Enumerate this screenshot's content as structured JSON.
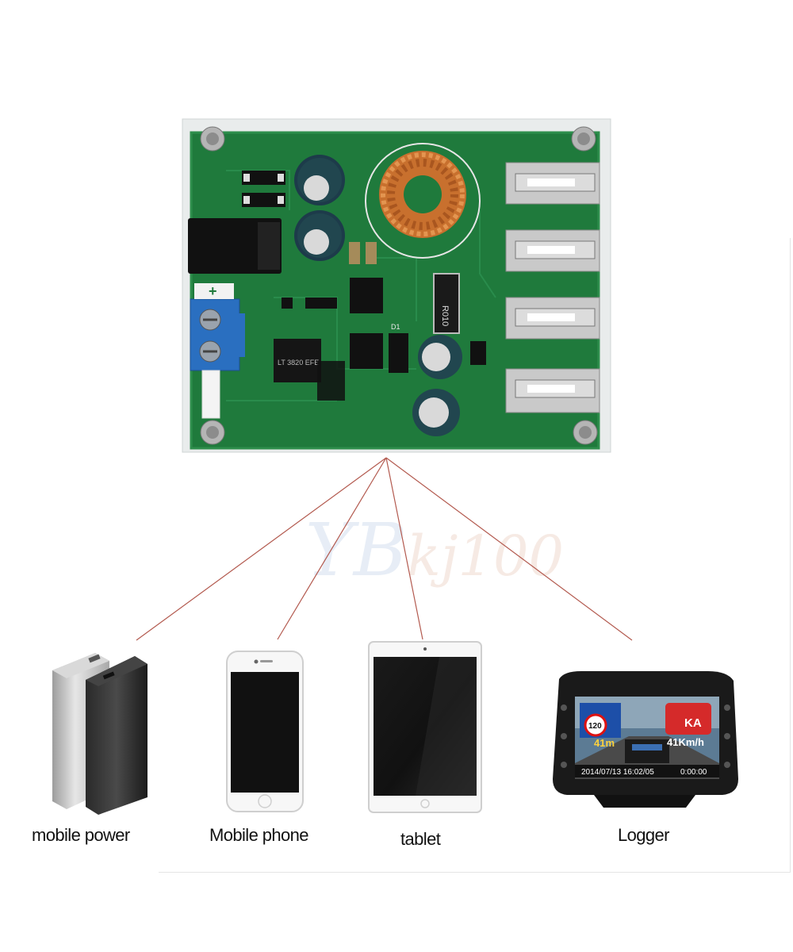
{
  "board": {
    "terminal_sign": "+",
    "chip_text": "LT 3820 EFE",
    "resistor_text": "R010",
    "diode_text": "D1"
  },
  "watermark": {
    "brand": "YB",
    "suffix": "kj100"
  },
  "devices": [
    {
      "label": "mobile power",
      "icon": "power-bank-icon"
    },
    {
      "label": "Mobile phone",
      "icon": "smartphone-icon"
    },
    {
      "label": "tablet",
      "icon": "tablet-icon"
    },
    {
      "label": "Logger",
      "icon": "dashcam-icon"
    }
  ],
  "logger_screen": {
    "speed_limit": "120",
    "distance": "41m",
    "alert": "KA",
    "speed": "41Km/h",
    "datetime": "2014/07/13 16:02/05",
    "timer": "0:00:00"
  },
  "colors": {
    "pcb": "#1f7a3c",
    "wire": "#b35a4f",
    "copper": "#c8702e",
    "terminal": "#2a6fc0"
  }
}
